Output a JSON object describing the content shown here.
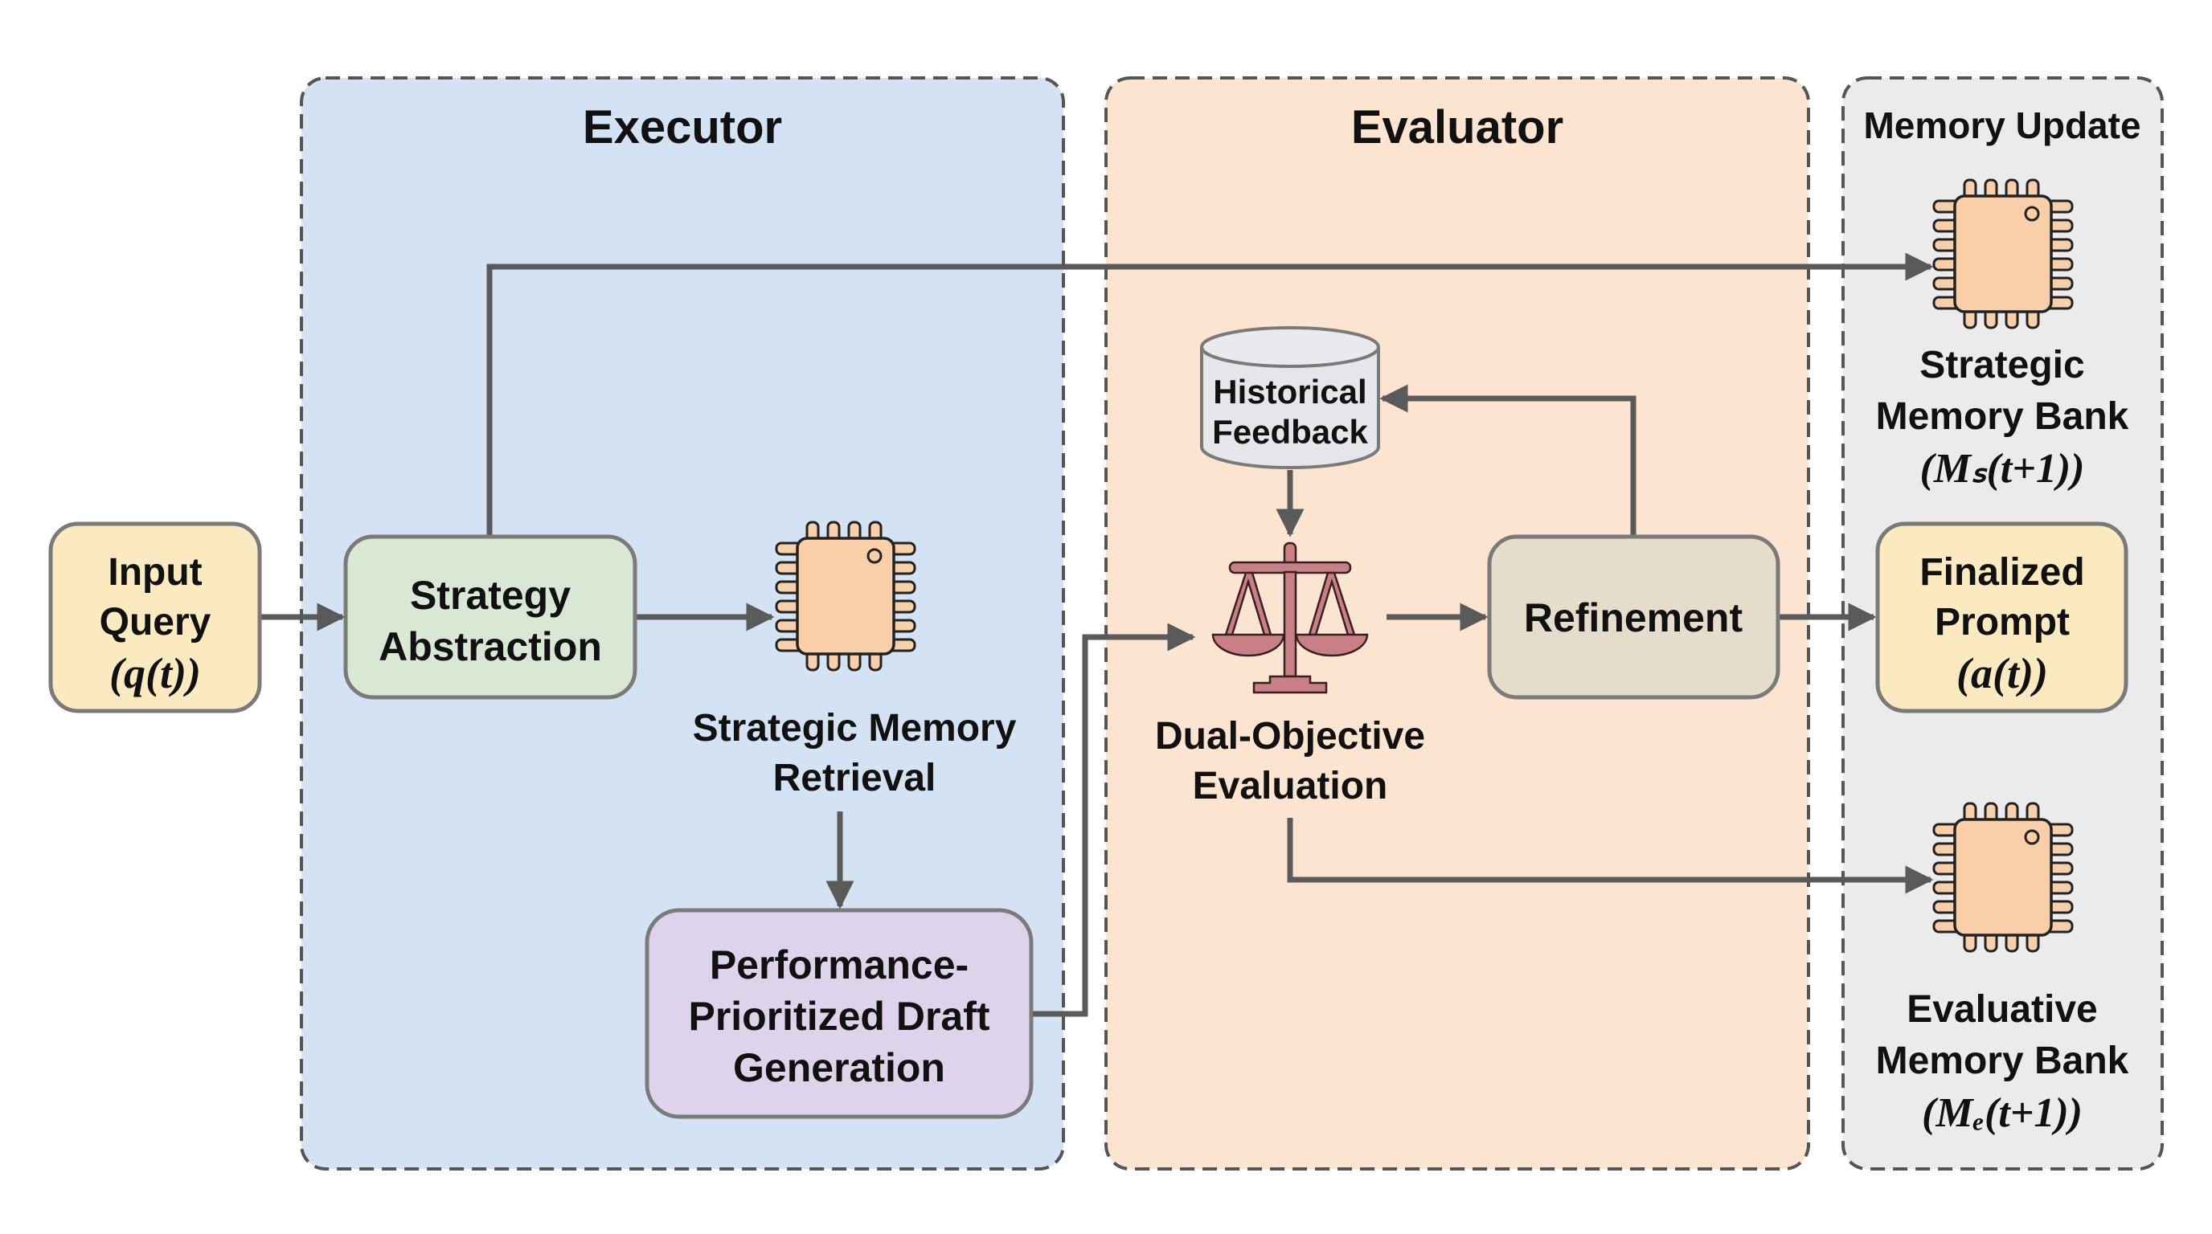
{
  "panels": {
    "executor": {
      "title": "Executor",
      "fill": "#d3e3f3"
    },
    "evaluator": {
      "title": "Evaluator",
      "fill": "#fbe4d0"
    },
    "memory_update": {
      "title": "Memory Update",
      "fill": "#ebebeb"
    }
  },
  "nodes": {
    "input_query": {
      "lines": [
        "Input",
        "Query"
      ],
      "math": "(q(t))",
      "fill": "#fbeac0"
    },
    "strategy_abstraction": {
      "lines": [
        "Strategy",
        "Abstraction"
      ],
      "fill": "#d9e8d4"
    },
    "strategic_memory_retrieval": {
      "lines": [
        "Strategic Memory",
        "Retrieval"
      ],
      "icon": "memory-chip-icon"
    },
    "draft_generation": {
      "lines": [
        "Performance-",
        "Prioritized Draft",
        "Generation"
      ],
      "fill": "#ddd3ea"
    },
    "historical_feedback": {
      "lines": [
        "Historical",
        "Feedback"
      ],
      "icon": "database-cylinder-icon"
    },
    "dual_objective_evaluation": {
      "lines": [
        "Dual-Objective",
        "Evaluation"
      ],
      "icon": "balance-scale-icon"
    },
    "refinement": {
      "lines": [
        "Refinement"
      ],
      "fill": "#e6dccb"
    },
    "strategic_memory_bank": {
      "lines": [
        "Strategic",
        "Memory Bank"
      ],
      "math": "(Mₛ(t+1))",
      "icon": "memory-chip-icon"
    },
    "finalized_prompt": {
      "lines": [
        "Finalized",
        "Prompt"
      ],
      "math": "(a(t))",
      "fill": "#fbeac0"
    },
    "evaluative_memory_bank": {
      "lines": [
        "Evaluative",
        "Memory Bank"
      ],
      "math": "(Mₑ(t+1))",
      "icon": "memory-chip-icon"
    }
  },
  "colors": {
    "arrow": "#5a5a5a",
    "chip_fill": "#f8cfa9",
    "scale_fill": "#c97f86",
    "cylinder_fill": "#e4e6ea",
    "border": "#7a7a7a"
  }
}
